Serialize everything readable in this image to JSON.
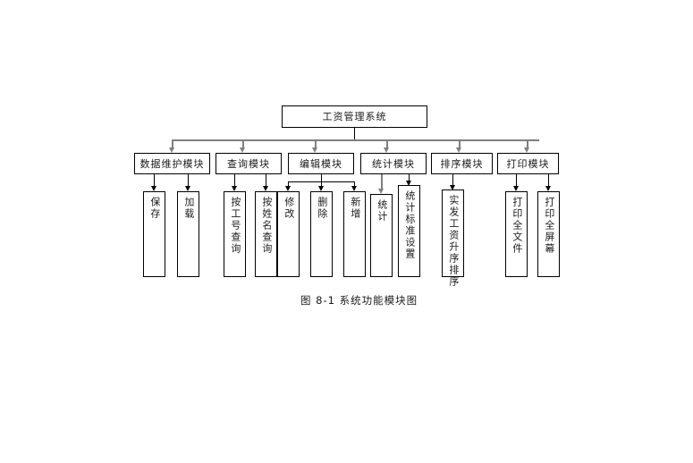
{
  "figure": {
    "caption": "图 8-1  系统功能模块图",
    "background_color": "#ffffff",
    "line_color": "#000000",
    "bus_line_color": "#808080"
  },
  "root": {
    "label": "工资管理系统"
  },
  "modules": [
    {
      "label": "数据维护模块"
    },
    {
      "label": "查询模块"
    },
    {
      "label": "编辑模块"
    },
    {
      "label": "统计模块"
    },
    {
      "label": "排序模块"
    },
    {
      "label": "打印模块"
    }
  ],
  "leaves": {
    "data_maintenance": [
      {
        "label": "保存"
      },
      {
        "label": "加载"
      }
    ],
    "query": [
      {
        "label": "按工号查询"
      },
      {
        "label": "按姓名查询"
      }
    ],
    "edit": [
      {
        "label": "修改"
      },
      {
        "label": "删除"
      },
      {
        "label": "新增"
      }
    ],
    "statistics": [
      {
        "label": "统计"
      },
      {
        "label": "统计标准设置"
      }
    ],
    "sort": [
      {
        "label": "实发工资升序排序"
      }
    ],
    "print": [
      {
        "label": "打印全文件"
      },
      {
        "label": "打印全屏幕"
      }
    ]
  }
}
